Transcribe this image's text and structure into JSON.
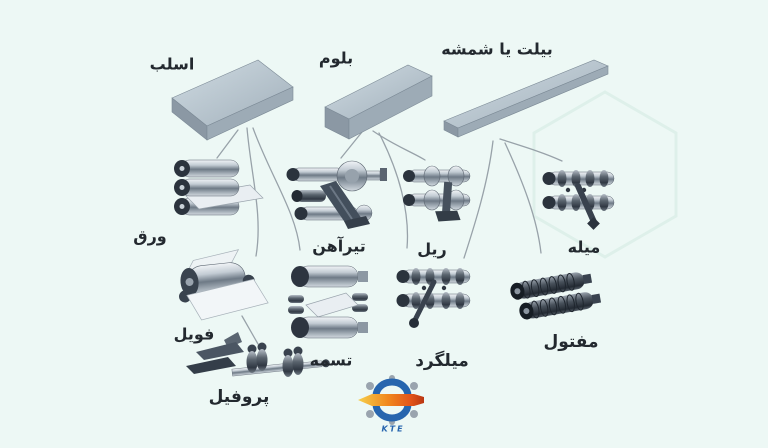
{
  "diagram": {
    "description_role": "steel-semi-finished-to-products-flow",
    "labels": {
      "slab": "اسلب",
      "bloom": "بلوم",
      "billet": "بیلت یا شمشه",
      "sheet": "ورق",
      "ibeam": "تیرآهن",
      "rail": "ریل",
      "rod": "میله",
      "foil": "فویل",
      "strip": "تسمه",
      "rebar": "میلگرد",
      "wire": "مفتول",
      "profile": "پروفیل"
    },
    "connections": [
      {
        "from": "slab",
        "to": "sheet"
      },
      {
        "from": "slab",
        "to": "foil"
      },
      {
        "from": "slab",
        "to": "strip"
      },
      {
        "from": "foil",
        "to": "profile"
      },
      {
        "from": "bloom",
        "to": "ibeam"
      },
      {
        "from": "bloom",
        "to": "rail"
      },
      {
        "from": "bloom",
        "to": "rebar"
      },
      {
        "from": "billet",
        "to": "rod"
      },
      {
        "from": "billet",
        "to": "rebar"
      },
      {
        "from": "billet",
        "to": "wire"
      }
    ],
    "logo": {
      "text": "KTE"
    },
    "colors": {
      "background": "#edf8f5",
      "label_text": "#23292f",
      "connector": "#98a2a9",
      "metal_light": "#e8edf1",
      "metal_dark": "#39424e",
      "box_top": "#bcc9d2",
      "logo_blue": "#2765ae",
      "logo_orange": "#ef7d1a",
      "watermark": "#def0ea"
    }
  }
}
